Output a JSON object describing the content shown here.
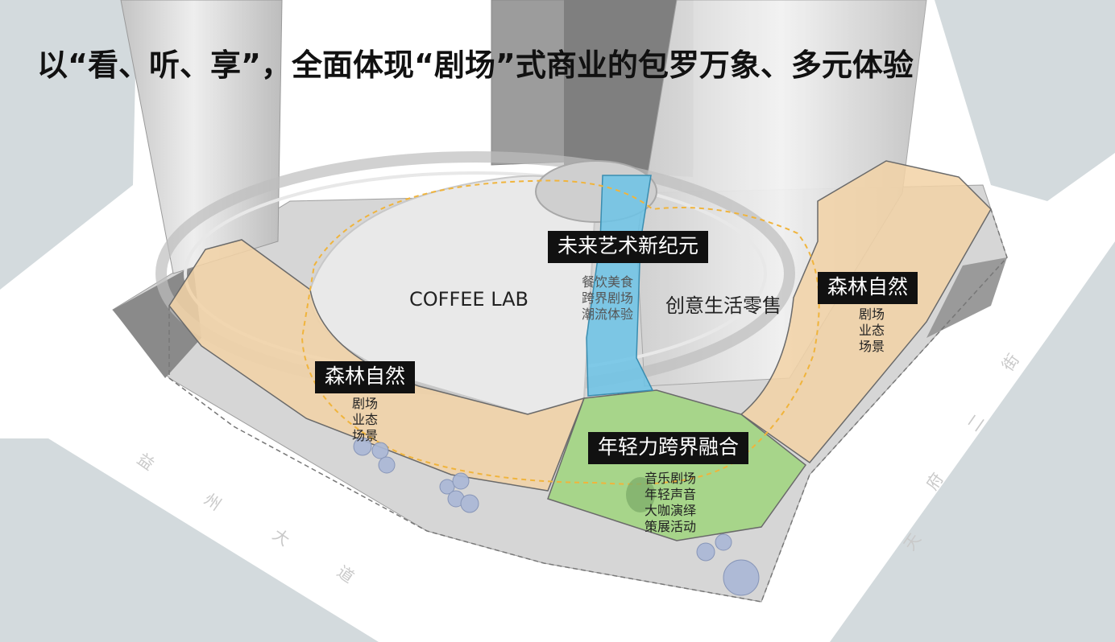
{
  "title": "以“看、听、享”，全面体现“剧场”式商业的包罗万象、多元体验",
  "zones": {
    "future_art": {
      "label": "未来艺术新纪元",
      "items": [
        "餐饮美食",
        "跨界剧场",
        "潮流体验"
      ]
    },
    "coffee_lab": {
      "label": "COFFEE LAB"
    },
    "creative_retail": {
      "label": "创意生活零售"
    },
    "forest_right": {
      "label": "森林自然",
      "items": [
        "剧场",
        "业态",
        "场景"
      ]
    },
    "forest_left": {
      "label": "森林自然",
      "items": [
        "剧场",
        "业态",
        "场景"
      ]
    },
    "youth": {
      "label": "年轻力跨界融合",
      "items": [
        "音乐剧场",
        "年轻声音",
        "大咖演绎",
        "策展活动"
      ]
    }
  },
  "streets": {
    "yizhou": [
      "益",
      "州",
      "大",
      "道"
    ],
    "tianfu": [
      "天",
      "府",
      "二",
      "街"
    ]
  },
  "colors": {
    "forest_zone": "#f2d2a6",
    "youth_zone": "#a7d58a",
    "future_zone": "#6cc3e6",
    "ground": "#d3dadd",
    "plaza": "#d4d4d4",
    "tag_bg": "#111111",
    "path_line": "#f0b43c"
  }
}
